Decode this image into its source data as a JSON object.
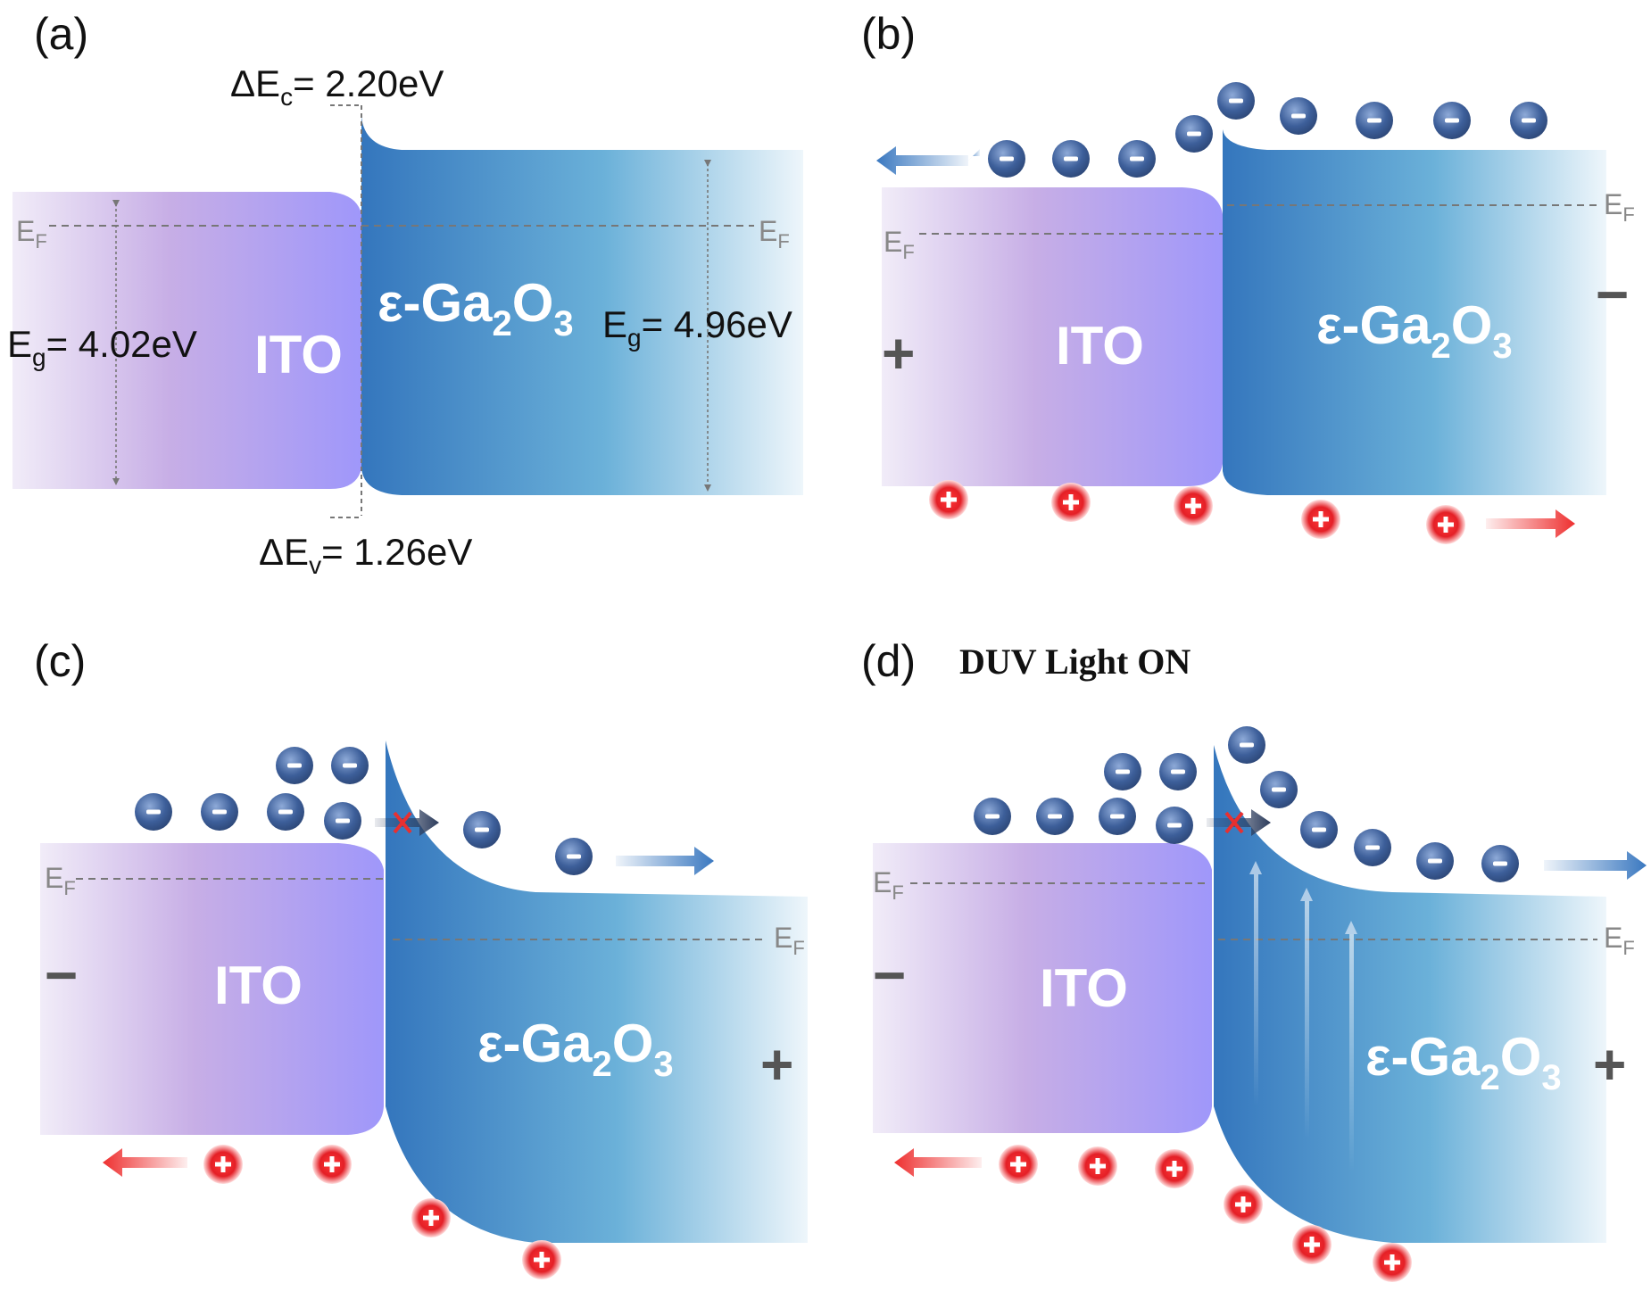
{
  "panels": {
    "a": {
      "label": "(a)",
      "dEc": "ΔE",
      "dEc_sub": "c",
      "dEc_val": "= 2.20eV",
      "dEv": "ΔE",
      "dEv_sub": "v",
      "dEv_val": "= 1.26eV",
      "eg_left": "E",
      "eg_left_sub": "g",
      "eg_left_val": "= 4.02eV",
      "eg_right": "E",
      "eg_right_sub": "g",
      "eg_right_val": "= 4.96eV",
      "ito": "ITO",
      "ga": "ε-Ga",
      "ga_sub1": "2",
      "ga_o": "O",
      "ga_sub2": "3",
      "ef": "E",
      "ef_sub": "F"
    },
    "b": {
      "label": "(b)",
      "ito": "ITO",
      "ga": "ε-Ga",
      "ga_sub1": "2",
      "ga_o": "O",
      "ga_sub2": "3",
      "ef": "E",
      "ef_sub": "F",
      "plus": "+",
      "minus": "−"
    },
    "c": {
      "label": "(c)",
      "ito": "ITO",
      "ga": "ε-Ga",
      "ga_sub1": "2",
      "ga_o": "O",
      "ga_sub2": "3",
      "ef": "E",
      "ef_sub": "F",
      "plus": "+",
      "minus": "−"
    },
    "d": {
      "label": "(d)",
      "title": "DUV Light ON",
      "ito": "ITO",
      "ga": "ε-Ga",
      "ga_sub1": "2",
      "ga_o": "O",
      "ga_sub2": "3",
      "ef": "E",
      "ef_sub": "F",
      "plus": "+",
      "minus": "−"
    }
  },
  "carriers": {
    "electron_symbol": "−",
    "hole_symbol": "+"
  },
  "colors": {
    "ito_band": "#a59af7",
    "ga_band": "#3a7fc1",
    "electron": "#3d5f9a",
    "hole": "#e8202a",
    "electron_arrow": "#3a78c0",
    "hole_arrow": "#ee3030",
    "blocked_x": "#e83030"
  }
}
